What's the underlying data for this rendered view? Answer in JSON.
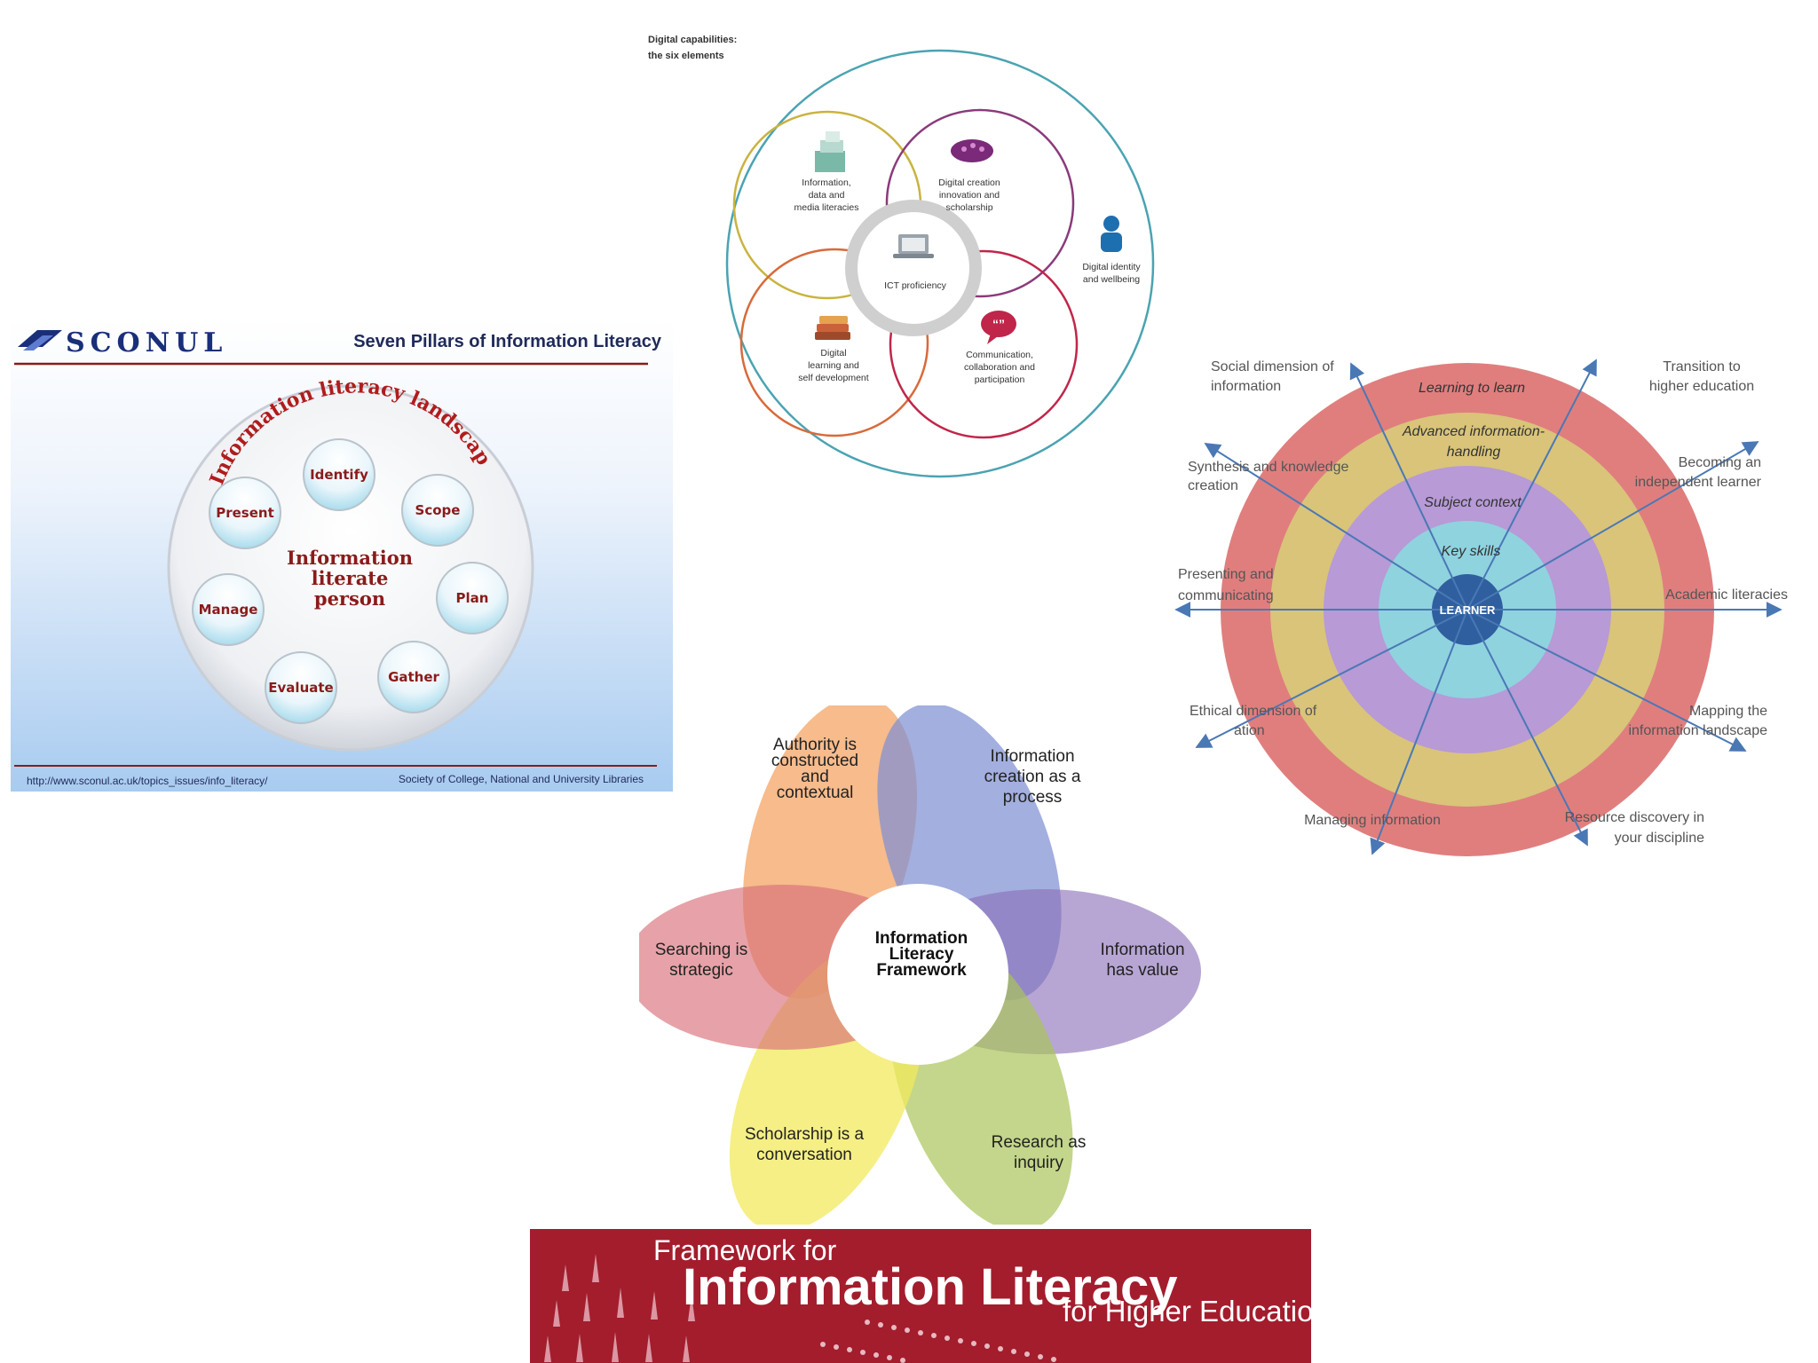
{
  "digital_capabilities": {
    "title": [
      "Digital capabilities:",
      "the six elements"
    ],
    "elements": [
      {
        "lines": [
          "Information,",
          "data and",
          "media literacies"
        ],
        "icon": "data-stack-icon"
      },
      {
        "lines": [
          "Digital creation",
          "innovation and",
          "scholarship"
        ],
        "icon": "palette-icon"
      },
      {
        "lines": [
          "Digital",
          "learning and",
          "self development"
        ],
        "icon": "books-icon"
      },
      {
        "lines": [
          "Communication,",
          "collaboration and",
          "participation"
        ],
        "icon": "speech-bubble-icon"
      },
      {
        "lines": [
          "Digital identity",
          "and wellbeing"
        ],
        "icon": "person-icon"
      }
    ],
    "center_label": "ICT proficiency",
    "colors": {
      "outer": "#4aa3b2",
      "yellow": "#c9b33f",
      "purple": "#8a3a7a",
      "orange": "#d86a3a",
      "red": "#c0264a"
    }
  },
  "sconul": {
    "logo": "SCONUL",
    "title": "Seven Pillars of Information Literacy",
    "landscape_label": "Information literacy landscape",
    "center_lines": [
      "Information",
      "literate",
      "person"
    ],
    "pillars": [
      "Identify",
      "Scope",
      "Plan",
      "Gather",
      "Evaluate",
      "Manage",
      "Present"
    ],
    "footer_url": "http://www.sconul.ac.uk/topics_issues/info_literacy/",
    "footer_org": "Society of College, National and University Libraries",
    "colors": {
      "title_rule": "#8a1b1b",
      "pillar_text": "#8a1b1b",
      "bg_top": "#ffffff",
      "bg_bottom": "#a8cbf0"
    }
  },
  "learner": {
    "center": "LEARNER",
    "rings": [
      {
        "label": "Learning to learn",
        "color": "#e07e7e"
      },
      {
        "label": [
          "Advanced information-",
          "handling"
        ],
        "color": "#d9c47a"
      },
      {
        "label": "Subject context",
        "color": "#b79ad6"
      },
      {
        "label": "Key skills",
        "color": "#8fd3df"
      }
    ],
    "rays": [
      {
        "lines": [
          "Social dimension of",
          "information"
        ]
      },
      {
        "lines": [
          "Transition to",
          "higher education"
        ]
      },
      {
        "lines": [
          "Synthesis and knowledge",
          "creation"
        ]
      },
      {
        "lines": [
          "Becoming an",
          "independent learner"
        ]
      },
      {
        "lines": [
          "Presenting and",
          "communicating"
        ]
      },
      {
        "lines": [
          "Academic literacies"
        ]
      },
      {
        "lines": [
          "Ethical dimension of",
          "ation"
        ]
      },
      {
        "lines": [
          "Mapping the",
          "information landscape"
        ]
      },
      {
        "lines": [
          "Managing information"
        ]
      },
      {
        "lines": [
          "Resource discovery in",
          "your discipline"
        ]
      }
    ],
    "colors": {
      "center": "#2f5f9e",
      "arrow": "#4a78b5"
    }
  },
  "acrl": {
    "center_lines": [
      "Information",
      "Literacy",
      "Framework"
    ],
    "petals": [
      {
        "lines": [
          "Authority is",
          "constructed",
          "and",
          "contextual"
        ],
        "color": "#f4a15f"
      },
      {
        "lines": [
          "Information",
          "creation as a",
          "process"
        ],
        "color": "#7f90d2"
      },
      {
        "lines": [
          "Information",
          "has value"
        ],
        "color": "#8a6fb8"
      },
      {
        "lines": [
          "Research as",
          "inquiry"
        ],
        "color": "#a9c55a"
      },
      {
        "lines": [
          "Scholarship is a",
          "conversation"
        ],
        "color": "#f2ea5c"
      },
      {
        "lines": [
          "Searching is",
          "strategic"
        ],
        "color": "#d8707a"
      }
    ]
  },
  "banner": {
    "line1": "Framework for",
    "line2": "Information Literacy",
    "line3": "for Higher Education",
    "color": "#a31d2d"
  }
}
